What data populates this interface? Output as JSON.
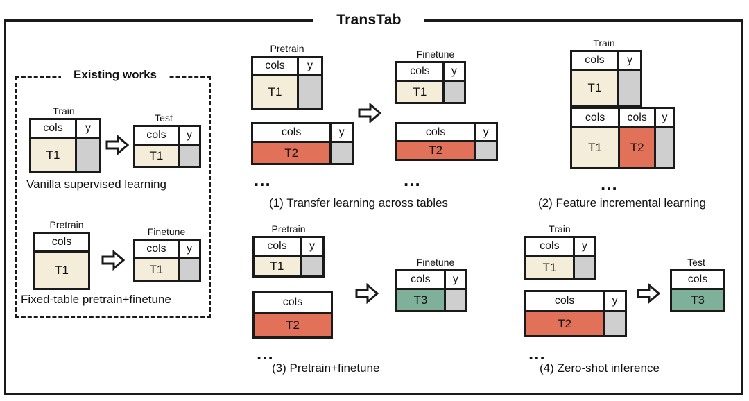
{
  "figure": {
    "title": "TransTab",
    "background": "#ffffff",
    "line_color": "#1a1a1a"
  },
  "colors": {
    "t1": "#f3edda",
    "t2": "#e2715a",
    "t3": "#7fb099",
    "y": "#cfcfcf",
    "stroke": "#1a1a1a",
    "text": "#111111"
  },
  "labels": {
    "cols": "cols",
    "y": "y",
    "t1": "T1",
    "t2": "T2",
    "t3": "T3",
    "train": "Train",
    "test": "Test",
    "pretrain": "Pretrain",
    "finetune": "Finetune",
    "ellipsis": "..."
  },
  "existing_works": {
    "title": "Existing works",
    "panels": [
      {
        "caption": "Vanilla supervised learning",
        "source_label": "Train",
        "target_label": "Test"
      },
      {
        "caption": "Fixed-table pretrain+finetune",
        "source_label": "Pretrain",
        "target_label": "Finetune"
      }
    ]
  },
  "transtab_panels": [
    {
      "index": "(1)",
      "caption": "(1) Transfer learning across tables",
      "source_label": "Pretrain",
      "target_label": "Finetune",
      "source_tables": [
        "T1",
        "T2"
      ],
      "target_tables": [
        "T1",
        "T2"
      ],
      "has_ellipsis": true
    },
    {
      "index": "(2)",
      "caption": "(2) Feature incremental learning",
      "source_label": "Train",
      "target_label": "",
      "source_tables": [
        "T1",
        "T1+T2"
      ],
      "target_tables": [],
      "has_ellipsis": true
    },
    {
      "index": "(3)",
      "caption": "(3) Pretrain+finetune",
      "source_label": "Pretrain",
      "target_label": "Finetune",
      "source_tables": [
        "T1",
        "T2"
      ],
      "target_tables": [
        "T3"
      ],
      "has_ellipsis": true
    },
    {
      "index": "(4)",
      "caption": "(4) Zero-shot inference",
      "source_label": "Train",
      "target_label": "Test",
      "source_tables": [
        "T1",
        "T2"
      ],
      "target_tables": [
        "T3"
      ],
      "has_ellipsis": true
    }
  ]
}
